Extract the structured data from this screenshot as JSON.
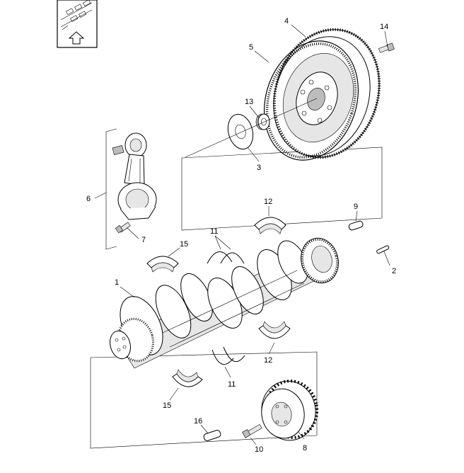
{
  "callouts": {
    "c1": "1",
    "c2": "2",
    "c3": "3",
    "c4": "4",
    "c5": "5",
    "c6": "6",
    "c7": "7",
    "c8": "8",
    "c9": "9",
    "c10": "10",
    "c11a": "11",
    "c11b": "11",
    "c12a": "12",
    "c12b": "12",
    "c13": "13",
    "c14": "14",
    "c15a": "15",
    "c15b": "15",
    "c16": "16"
  },
  "icons": {
    "orientation": "engine-orientation-icon",
    "arrow": "up-arrow-icon"
  }
}
